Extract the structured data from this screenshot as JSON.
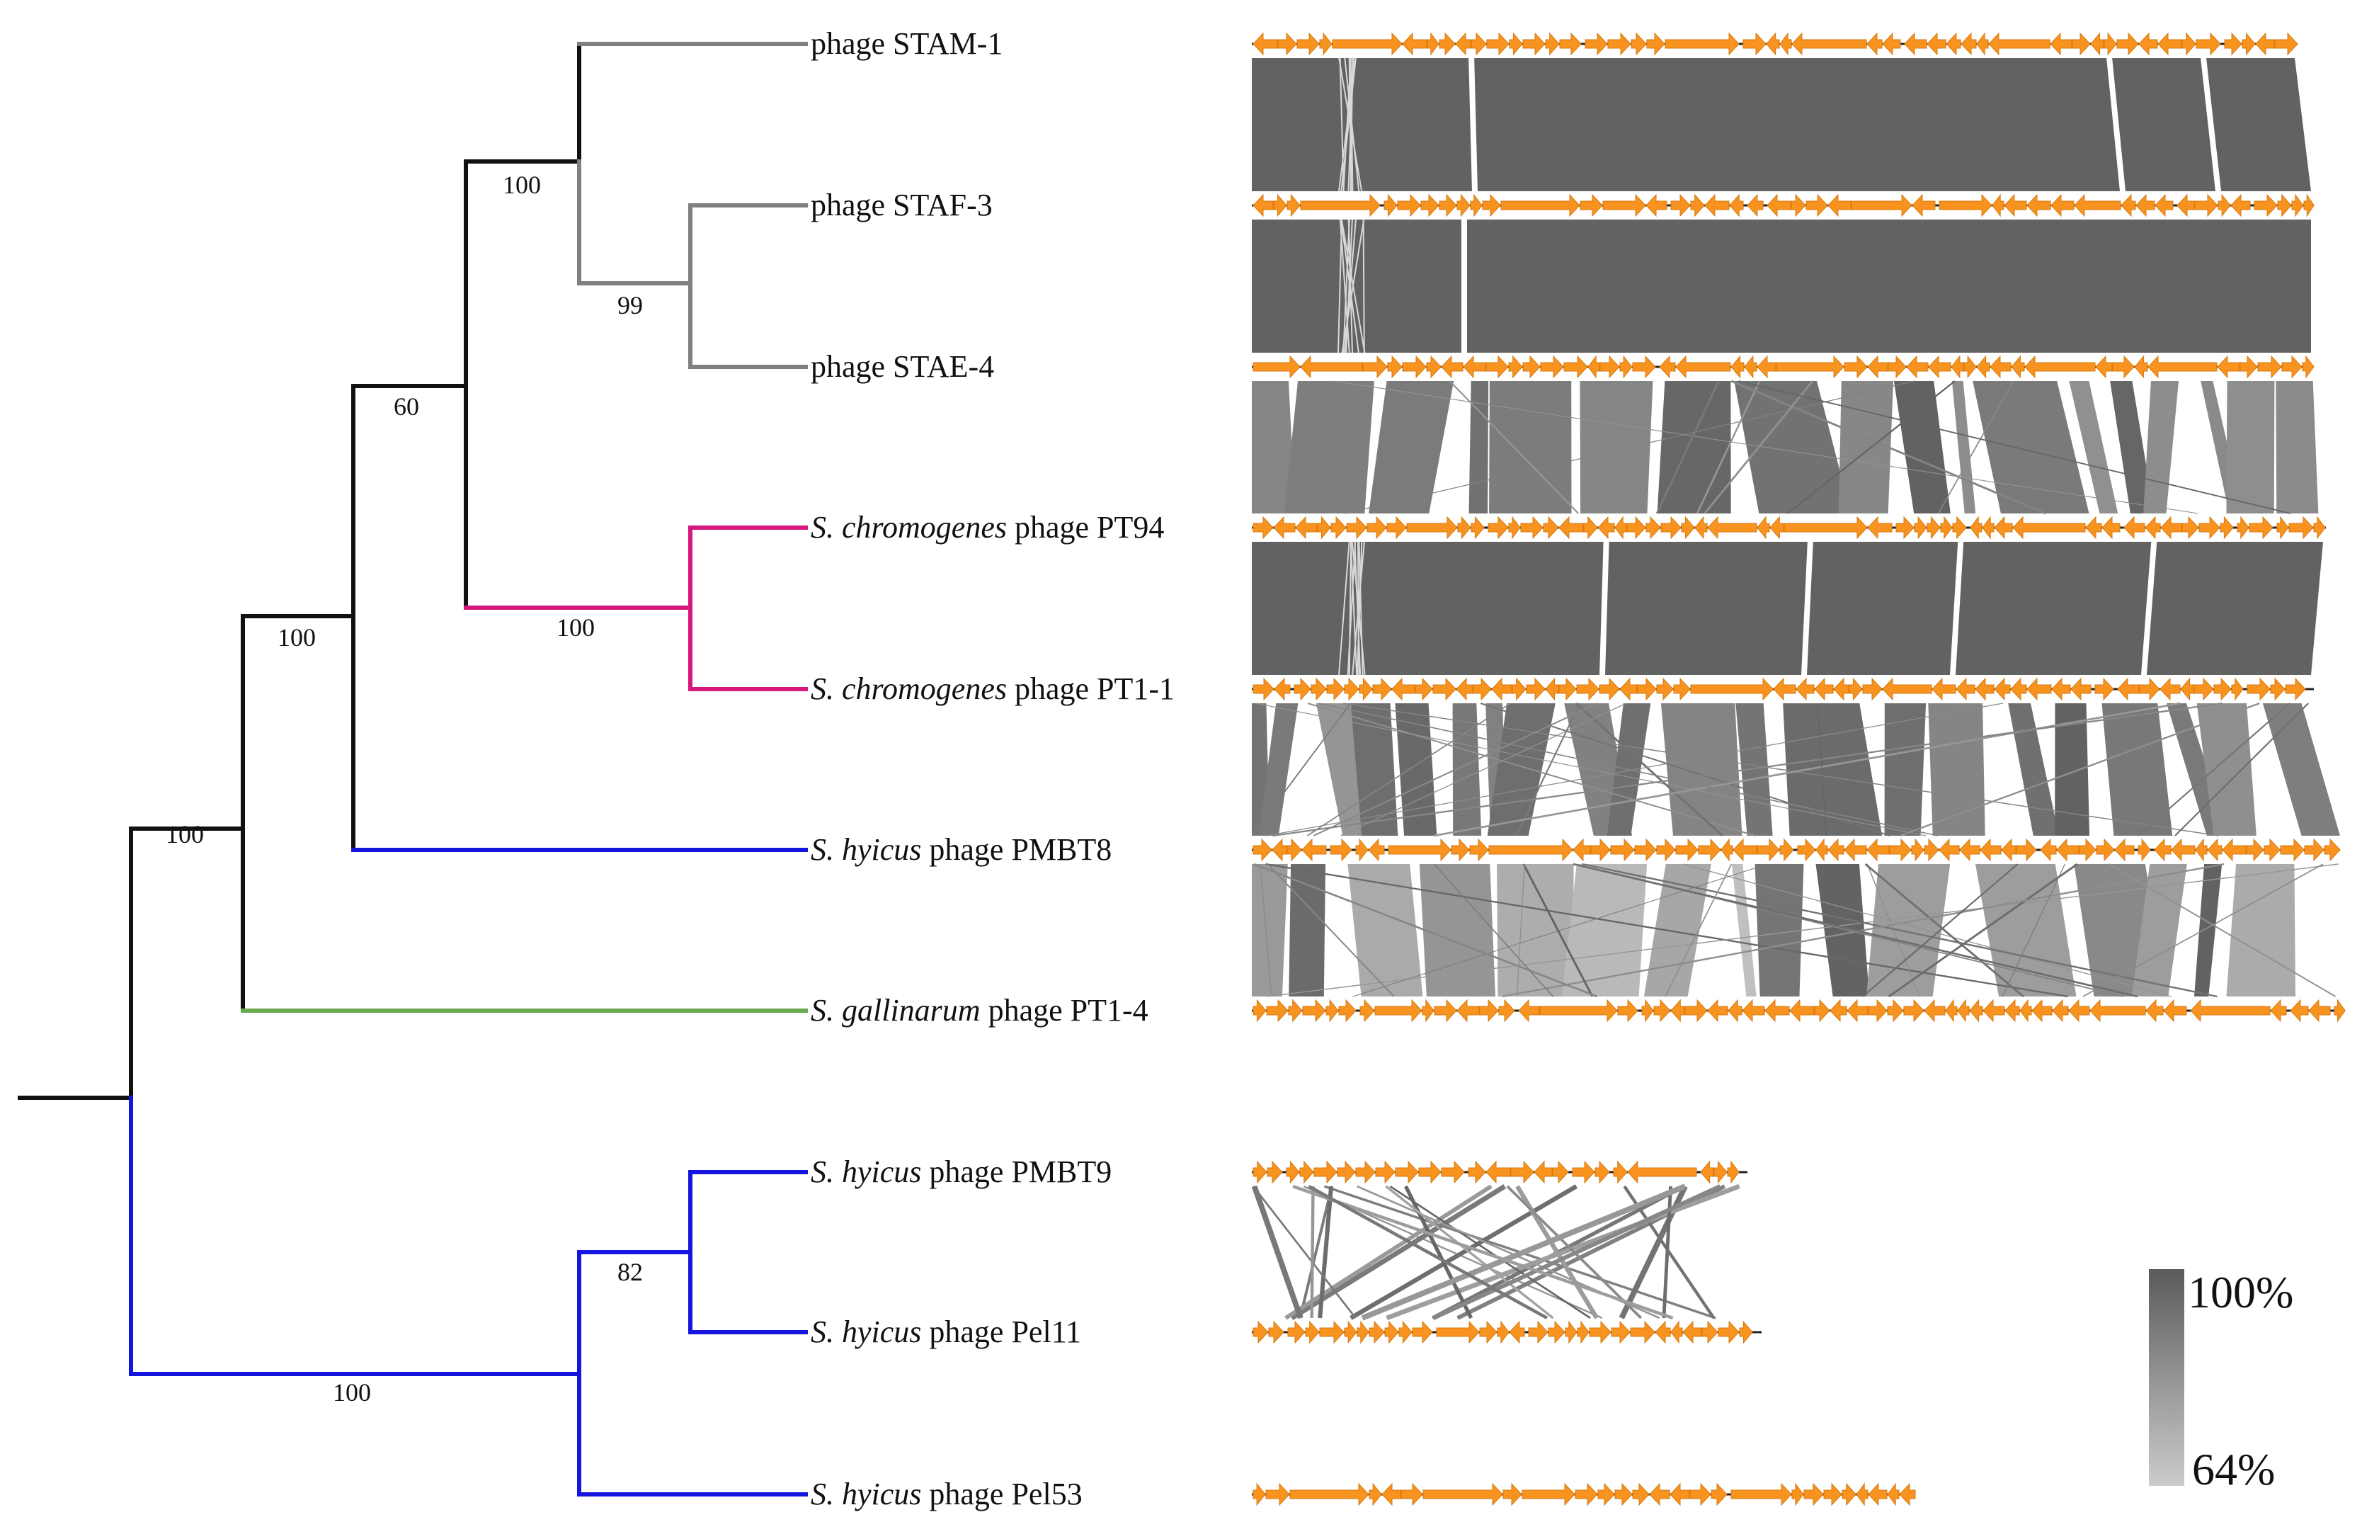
{
  "colors": {
    "gene": "#F7931E",
    "backbone": "#222222",
    "clade_grey": "#808080",
    "clade_pink": "#D6187E",
    "clade_blue": "#1515E0",
    "clade_green": "#6AAA4F",
    "clade_black": "#111111",
    "identity_high": "#606060",
    "identity_low": "#C8C8C8"
  },
  "phages": [
    {
      "id": "stam1",
      "species": "",
      "name": "phage STAM-1"
    },
    {
      "id": "staf3",
      "species": "",
      "name": "phage STAF-3"
    },
    {
      "id": "stae4",
      "species": "",
      "name": "phage STAE-4"
    },
    {
      "id": "pt94",
      "species": "S. chromogenes",
      "name": " phage PT94"
    },
    {
      "id": "pt11",
      "species": "S. chromogenes",
      "name": " phage PT1-1"
    },
    {
      "id": "pmbt8",
      "species": "S. hyicus",
      "name": " phage PMBT8"
    },
    {
      "id": "pt14",
      "species": "S. gallinarum",
      "name": " phage PT1-4"
    },
    {
      "id": "pmbt9",
      "species": "S. hyicus",
      "name": " phage PMBT9"
    },
    {
      "id": "pel11",
      "species": "S. hyicus",
      "name": " phage Pel11"
    },
    {
      "id": "pel53",
      "species": "S. hyicus",
      "name": " phage Pel53"
    }
  ],
  "bootstrap": {
    "b_stam_staf_stae": "100",
    "b_staf_stae": "99",
    "b_grey_pink": "60",
    "b_pink": "100",
    "b_with_pmbt8": "100",
    "b_with_pt14": "100",
    "b_pmbt9_pel11": "82",
    "b_blue_group": "100"
  },
  "legend": {
    "high": "100%",
    "low": "64%"
  }
}
